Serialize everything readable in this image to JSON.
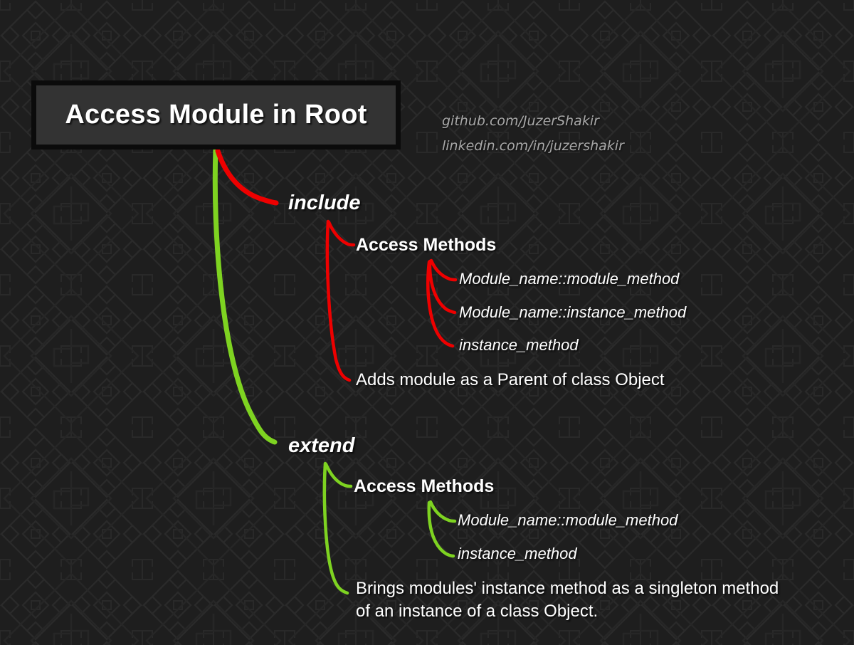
{
  "title": {
    "text": "Access Module in Root"
  },
  "credits": {
    "lines": [
      "github.com/JuzerShakir",
      "linkedin.com/in/juzershakir"
    ]
  },
  "colors": {
    "background": "#1e1e1e",
    "pattern": "#272727",
    "box_fill": "#333333",
    "box_border": "#0b0b0b",
    "text": "#ffffff",
    "credit_text": "#a8a8a8",
    "include_branch": "#ee0000",
    "extend_branch": "#7ed321"
  },
  "branches": [
    {
      "id": "include",
      "label": "include",
      "color": "#ee0000",
      "section_label": "Access Methods",
      "methods": [
        "Module_name::module_method",
        "Module_name::instance_method",
        "instance_method"
      ],
      "description": "Adds module as a Parent of class Object"
    },
    {
      "id": "extend",
      "label": "extend",
      "color": "#7ed321",
      "section_label": "Access Methods",
      "methods": [
        "Module_name::module_method",
        "instance_method"
      ],
      "description": "Brings modules' instance method as a singleton method\nof an instance of a class Object."
    }
  ]
}
